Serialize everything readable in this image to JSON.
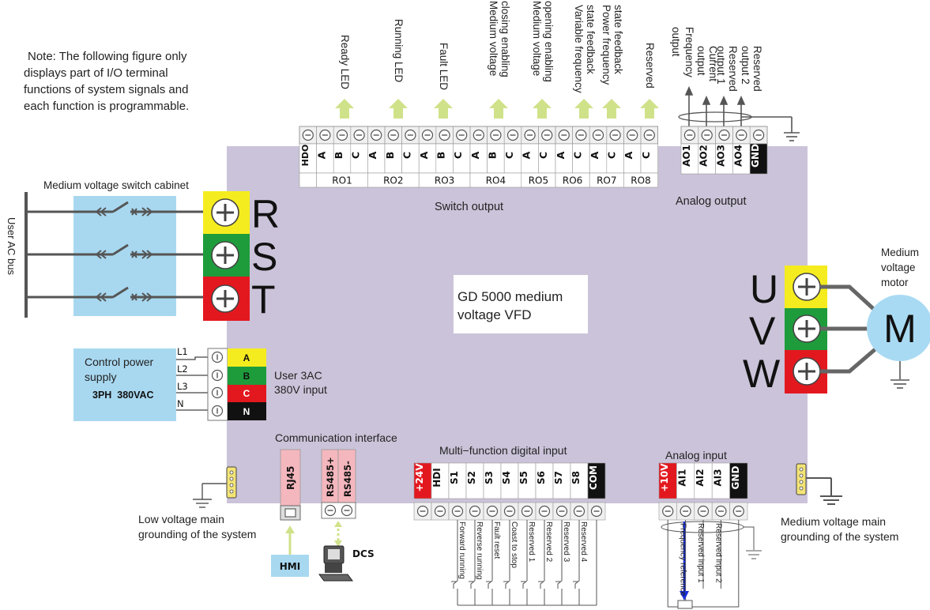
{
  "note": {
    "lines": [
      "Note: The following figure only",
      "displays part of I/O terminal",
      "functions of system signals and",
      "each function is programmable."
    ]
  },
  "vfd": {
    "label_lines": [
      "GD 5000 medium",
      "voltage VFD"
    ]
  },
  "cabinet": {
    "label": "Medium voltage switch cabinet"
  },
  "ac_bus": {
    "label": "User AC bus"
  },
  "input_phases": [
    "R",
    "S",
    "T"
  ],
  "output_phases": [
    "U",
    "V",
    "W"
  ],
  "motor": {
    "label_lines": [
      "Medium",
      "voltage",
      "motor"
    ],
    "symbol": "M"
  },
  "control_power": {
    "label_lines": [
      "Control power",
      "supply"
    ],
    "rating": "3PH  380VAC",
    "lines": [
      "L1",
      "L2",
      "L3",
      "N"
    ],
    "terminals": [
      "A",
      "B",
      "C",
      "N"
    ],
    "user_input_lines": [
      "User 3AC",
      "380V input"
    ]
  },
  "switch_output": {
    "label": "Switch output",
    "terminals": [
      "HDO",
      "A",
      "B",
      "C",
      "A",
      "B",
      "C",
      "A",
      "B",
      "C",
      "A",
      "B",
      "C",
      "A",
      "C",
      "A",
      "C",
      "A",
      "C",
      "A",
      "C"
    ],
    "groups": [
      "RO1",
      "RO2",
      "RO3",
      "RO4",
      "RO5",
      "RO6",
      "RO7",
      "RO8"
    ],
    "signals": [
      [
        "Ready LED"
      ],
      [
        "Running LED"
      ],
      [
        "Fault LED"
      ],
      [
        "Medium voltage",
        "closing enabling"
      ],
      [
        "Medium voltage",
        "opening enabling"
      ],
      [
        "Variable frequency",
        "state feedback"
      ],
      [
        "Power frequency",
        "state feedback"
      ],
      [
        "Reserved"
      ]
    ]
  },
  "analog_output": {
    "label": "Analog output",
    "terminals": [
      "AO1",
      "AO2",
      "AO3",
      "AO4",
      "GND"
    ],
    "signals": [
      [
        "Frequency",
        "output"
      ],
      [
        "Current",
        "output"
      ],
      [
        "Reserved",
        "output 1"
      ],
      [
        "Reserved",
        "output 2"
      ]
    ]
  },
  "communication": {
    "label": "Communication interface",
    "rj45": "RJ45",
    "rs485_plus": "RS485+",
    "rs485_minus": "RS485-",
    "hmi": "HMI",
    "dcs": "DCS"
  },
  "digital_input": {
    "label": "Multi−function digital input",
    "terminals": [
      "+24V",
      "HDI",
      "S1",
      "S2",
      "S3",
      "S4",
      "S5",
      "S6",
      "S7",
      "S8",
      "COM"
    ],
    "signals": [
      "Forward running",
      "Reverse running",
      "Fault reset",
      "Coast to stop",
      "Reserved 1",
      "Reserved 2",
      "Reserved 3",
      "Reserved 4"
    ]
  },
  "analog_input": {
    "label": "Analog input",
    "terminals": [
      "+10V",
      "AI1",
      "AI2",
      "AI3",
      "GND"
    ],
    "signals": [
      "Frequency reference",
      "Reserved input 1",
      "Reserved input 2"
    ]
  },
  "grounding": {
    "low_voltage_lines": [
      "Low voltage main",
      "grounding of the system"
    ],
    "medium_voltage_lines": [
      "Medium voltage main",
      "grounding of the system"
    ]
  },
  "colors": {
    "vfd_body": "#cbc3d9",
    "cabinet": "#a8d8f0",
    "phase_yellow": "#f5ec1f",
    "phase_green": "#1e9c3c",
    "phase_red": "#e3181f",
    "terminal_pink": "#f4b7bd",
    "arrow_green": "#cfe28a",
    "motor": "#a9daf3"
  }
}
